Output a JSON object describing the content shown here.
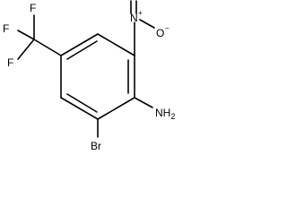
{
  "molecule": {
    "atoms": {
      "f_left": "F",
      "f_top": "F",
      "f_bottom": "F",
      "nitro_n": "N",
      "nitro_o": "O",
      "amine": "NH",
      "amine_sub": "2",
      "bromine": "Br"
    },
    "charges": {
      "n_plus": "+",
      "o_minus": "−"
    }
  }
}
